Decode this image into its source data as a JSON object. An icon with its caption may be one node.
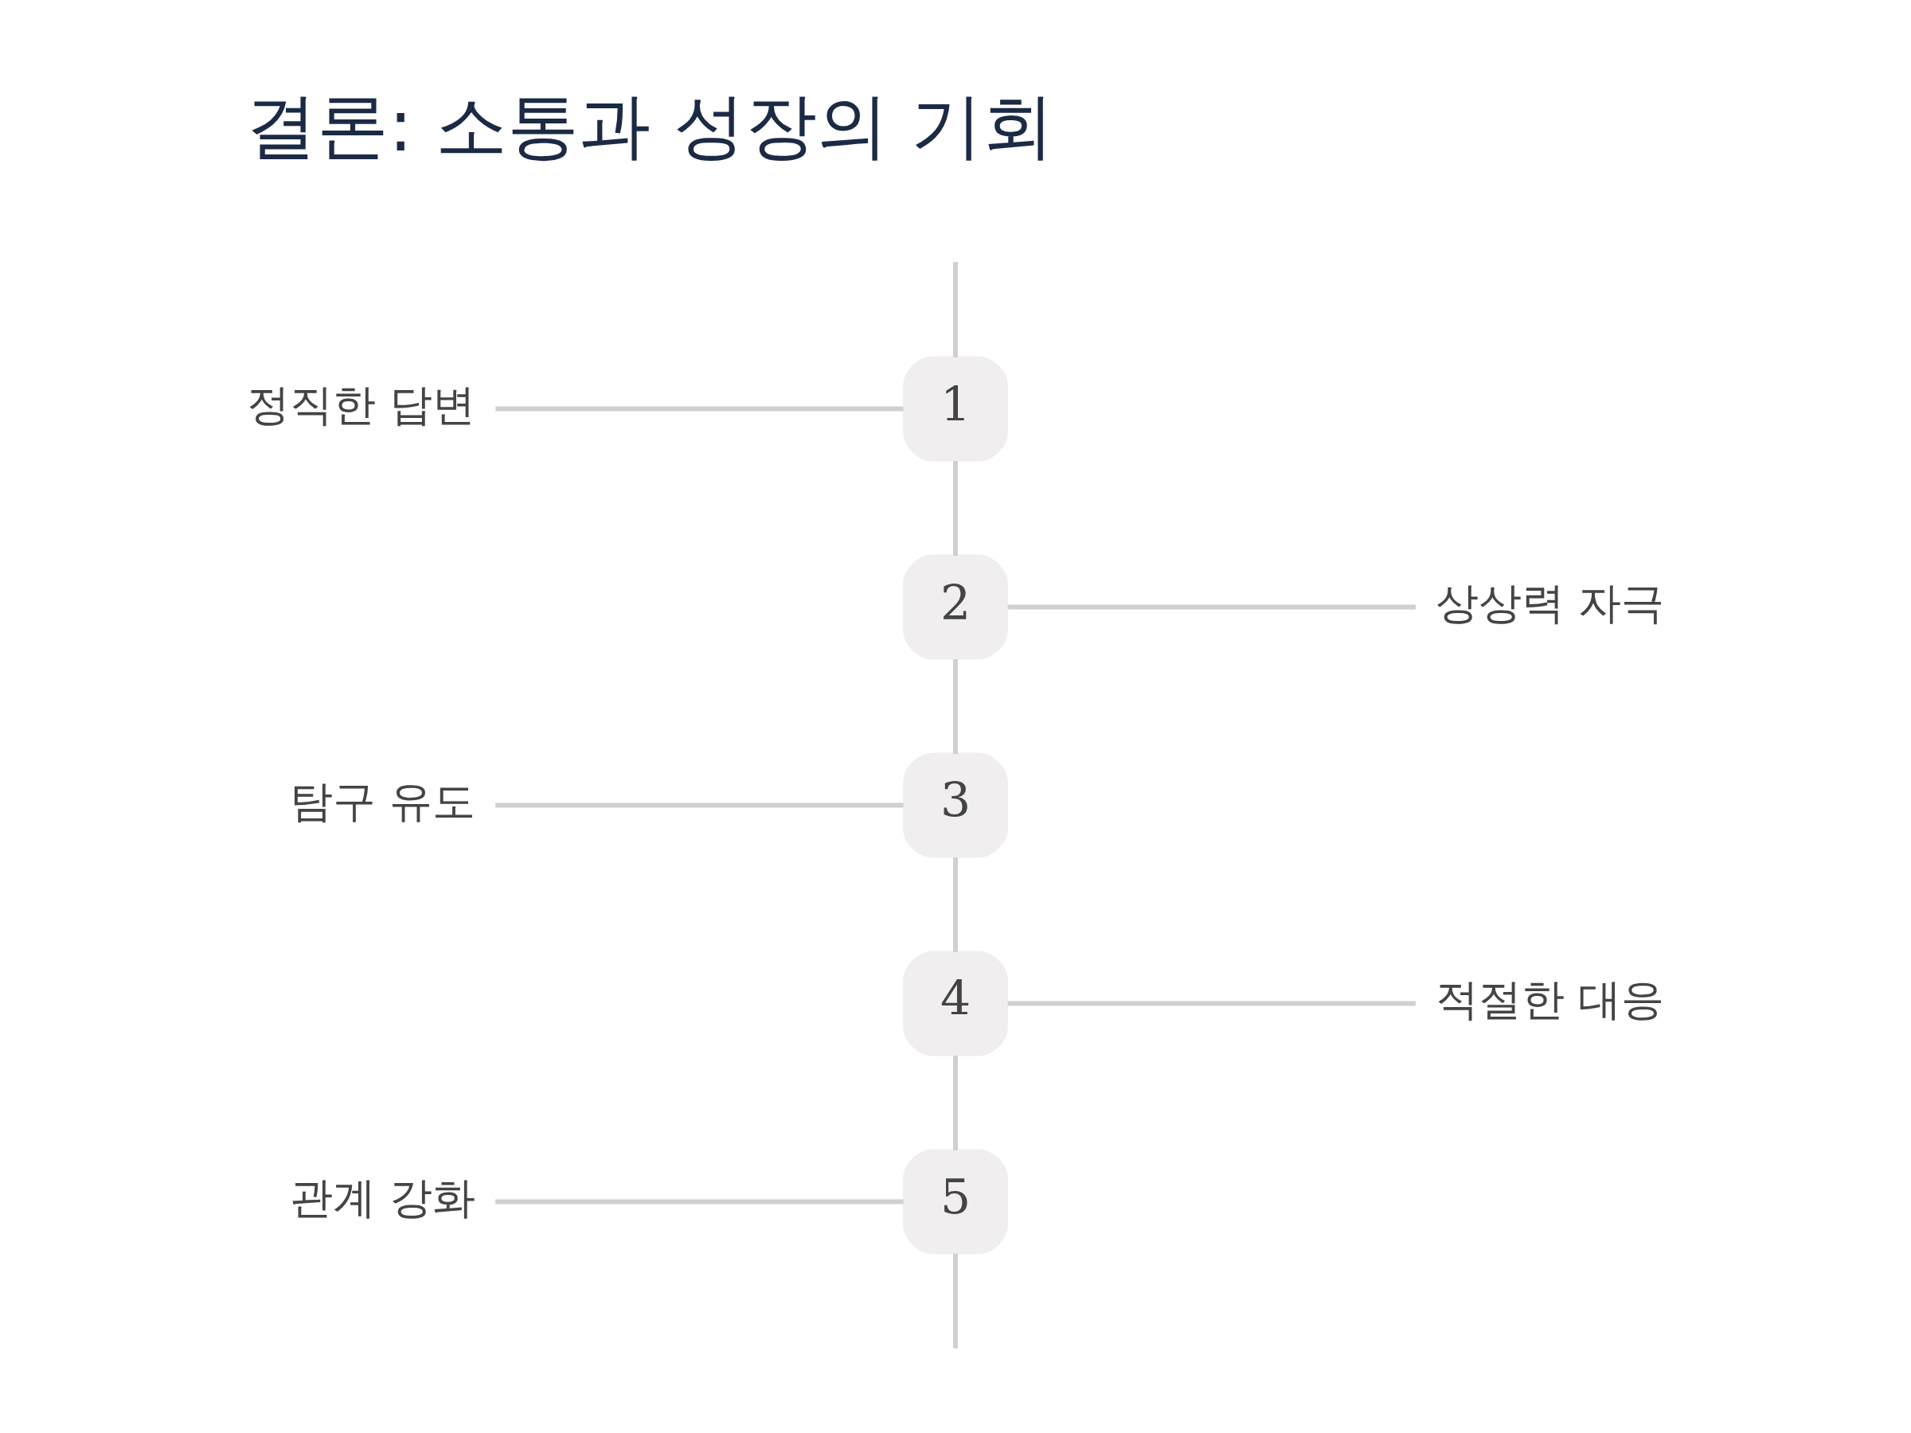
{
  "diagram": {
    "title": "결론: 소통과 성장의 기회",
    "nodes": [
      {
        "text": [
          "정직한 답변"
        ]
      },
      {
        "text": [
          "1"
        ]
      },
      {
        "text": [
          "2"
        ]
      },
      {
        "text": [
          "상상력 자극"
        ]
      },
      {
        "text": [
          "탐구 유도"
        ]
      },
      {
        "text": [
          "3"
        ]
      },
      {
        "text": [
          "4"
        ]
      },
      {
        "text": [
          "적절한 대응"
        ]
      },
      {
        "text": [
          "관계 강화"
        ]
      },
      {
        "text": [
          "5"
        ]
      }
    ],
    "edges": [
      {
        "from": null,
        "to": 1,
        "arrow": "none"
      },
      {
        "from": 0,
        "to": 1,
        "arrow": "none"
      },
      {
        "from": 1,
        "to": 2,
        "arrow": "none"
      },
      {
        "from": 2,
        "to": 3,
        "arrow": "none"
      },
      {
        "from": 2,
        "to": 5,
        "arrow": "none"
      },
      {
        "from": 4,
        "to": 5,
        "arrow": "none"
      },
      {
        "from": 5,
        "to": 6,
        "arrow": "none"
      },
      {
        "from": 6,
        "to": 7,
        "arrow": "none"
      },
      {
        "from": 6,
        "to": 9,
        "arrow": "none"
      },
      {
        "from": 8,
        "to": 9,
        "arrow": "none"
      },
      {
        "from": 9,
        "to": null,
        "arrow": "none"
      }
    ]
  }
}
